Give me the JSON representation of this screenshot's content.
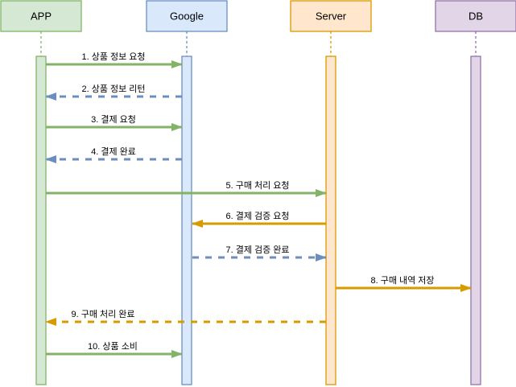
{
  "diagram": {
    "type": "sequence-diagram",
    "palette": {
      "green_stroke": "#82b366",
      "green_fill": "#d5e8d4",
      "blue_stroke": "#6c8ebf",
      "blue_fill": "#dae8fc",
      "orange_stroke": "#d79b00",
      "orange_fill": "#ffe6cc",
      "purple_stroke": "#9673a6",
      "purple_fill": "#e1d5e7",
      "text": "#000000"
    },
    "actors": [
      {
        "name": "APP",
        "fill": "#d5e8d4",
        "stroke": "#82b366"
      },
      {
        "name": "Google",
        "fill": "#dae8fc",
        "stroke": "#6c8ebf"
      },
      {
        "name": "Server",
        "fill": "#ffe6cc",
        "stroke": "#d79b00"
      },
      {
        "name": "DB",
        "fill": "#e1d5e7",
        "stroke": "#9673a6"
      }
    ],
    "messages": [
      {
        "label": "1. 상품 정보 요청",
        "from": "APP",
        "to": "Google",
        "style": "solid",
        "color": "#82b366"
      },
      {
        "label": "2. 상품 정보 리턴",
        "from": "Google",
        "to": "APP",
        "style": "dashed",
        "color": "#6c8ebf"
      },
      {
        "label": "3. 결제 요청",
        "from": "APP",
        "to": "Google",
        "style": "solid",
        "color": "#82b366"
      },
      {
        "label": "4. 결제 완료",
        "from": "Google",
        "to": "APP",
        "style": "dashed",
        "color": "#6c8ebf"
      },
      {
        "label": "5. 구매 처리 요청",
        "from": "APP",
        "to": "Server",
        "style": "solid",
        "color": "#82b366"
      },
      {
        "label": "6. 결제 검증 요청",
        "from": "Server",
        "to": "Google",
        "style": "solid",
        "color": "#d79b00"
      },
      {
        "label": "7. 결제 검증 완료",
        "from": "Google",
        "to": "Server",
        "style": "dashed",
        "color": "#6c8ebf"
      },
      {
        "label": "8. 구매 내역 저장",
        "from": "Server",
        "to": "DB",
        "style": "solid",
        "color": "#d79b00"
      },
      {
        "label": "9. 구매 처리 완료",
        "from": "Server",
        "to": "APP",
        "style": "dashed",
        "color": "#d79b00"
      },
      {
        "label": "10. 상품 소비",
        "from": "APP",
        "to": "Google",
        "style": "solid",
        "color": "#82b366"
      }
    ]
  }
}
